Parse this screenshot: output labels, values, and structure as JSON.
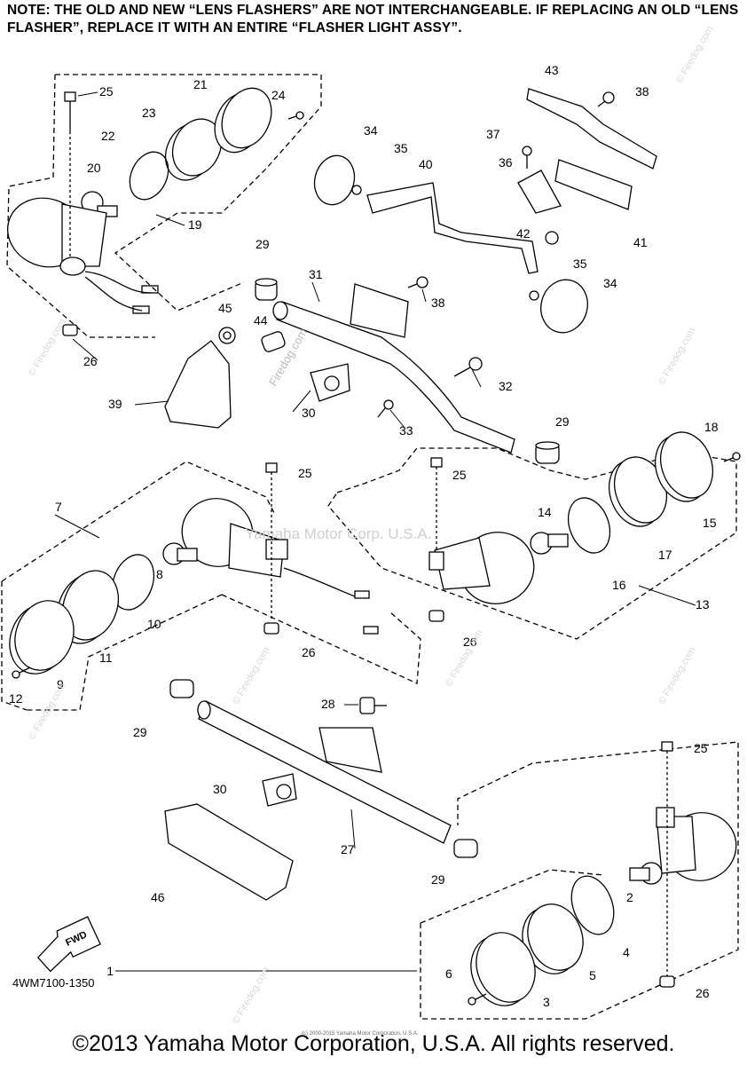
{
  "note": "NOTE: THE OLD AND NEW “LENS FLASHERS” ARE NOT INTERCHANGEABLE. IF REPLACING AN OLD “LENS FLASHER”, REPLACE IT WITH AN ENTIRE “FLASHER LIGHT ASSY”.",
  "fwd_label": "FWD",
  "drawing_code": "4WM7100-1350",
  "copyright": "©2013 Yamaha Motor Corporation, U.S.A. All rights reserved.",
  "small_print": "(c) 2000-2015 Yamaha Motor Corporation, U.S.A.",
  "watermark": "Firedog.com",
  "watermark_center": "Yamaha Motor Corp. U.S.A.",
  "watermark_diag": "© Firedog.com",
  "callouts": [
    "1",
    "2",
    "3",
    "4",
    "5",
    "6",
    "7",
    "8",
    "9",
    "10",
    "11",
    "12",
    "13",
    "14",
    "15",
    "16",
    "17",
    "18",
    "19",
    "20",
    "21",
    "22",
    "23",
    "24",
    "25",
    "26",
    "27",
    "28",
    "29",
    "30",
    "31",
    "32",
    "33",
    "34",
    "35",
    "36",
    "37",
    "38",
    "39",
    "40",
    "41",
    "42",
    "43",
    "44",
    "45",
    "46"
  ],
  "colors": {
    "ink": "#000000",
    "part_fill": "#ffffff",
    "watermark": "#d8d8d8"
  }
}
